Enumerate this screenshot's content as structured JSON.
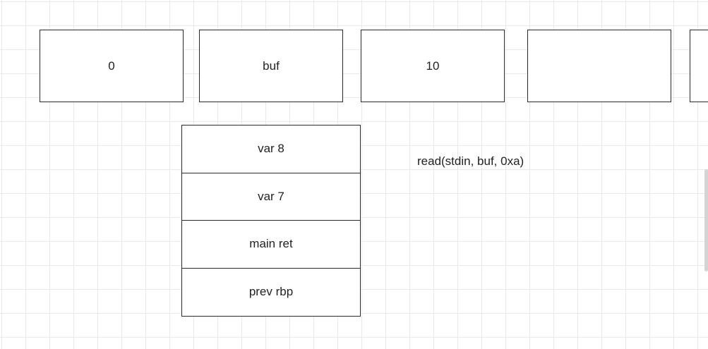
{
  "diagram": {
    "argument_boxes": [
      "0",
      "buf",
      "10",
      "",
      ""
    ],
    "stack_frame": [
      "var 8",
      "var 7",
      "main ret",
      "prev rbp"
    ],
    "annotation": "read(stdin, buf, 0xa)"
  }
}
